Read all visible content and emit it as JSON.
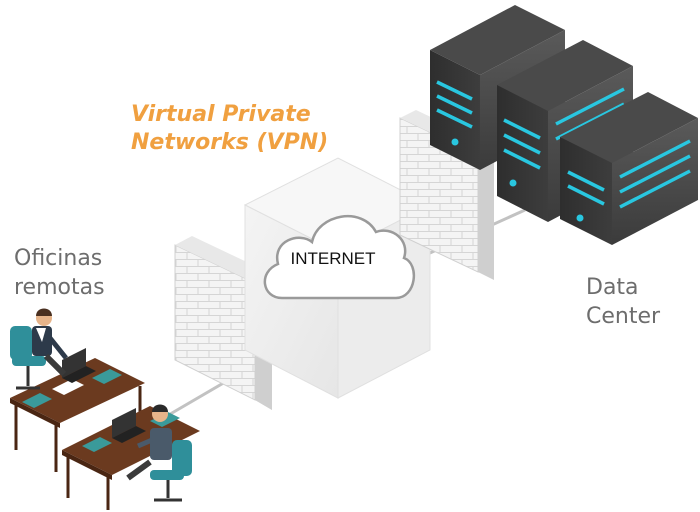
{
  "title": {
    "line1": "Virtual Private",
    "line2": "Networks (VPN)"
  },
  "nodes": {
    "remote_offices": {
      "line1": "Oficinas",
      "line2": "remotas"
    },
    "internet": {
      "label": "INTERNET"
    },
    "data_center": {
      "line1": "Data",
      "line2": "Center"
    }
  },
  "colors": {
    "title": "#f0a040",
    "label": "#6d6d6d",
    "server_light": "#29c7e0",
    "wall": "#f2f2f2"
  }
}
